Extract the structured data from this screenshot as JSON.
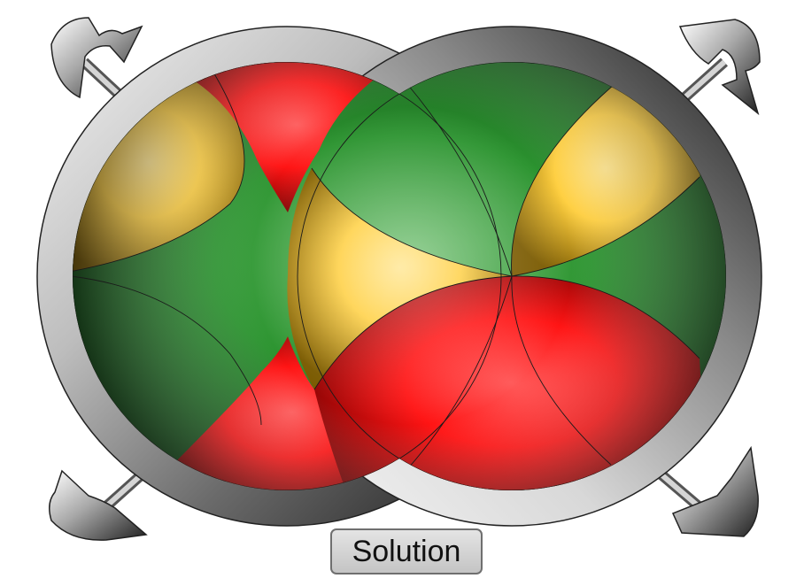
{
  "solution_button": {
    "label": "Solution"
  },
  "colors": {
    "red": "#ff1f1f",
    "green": "#2c9430",
    "yellow": "#ffd24a",
    "ring_metal": "#9a9a9a"
  },
  "rings": [
    {
      "id": "left",
      "pieces": [
        "yellow",
        "red",
        "green",
        "green",
        "red"
      ]
    },
    {
      "id": "right",
      "pieces": [
        "green",
        "yellow",
        "green",
        "red",
        "red"
      ]
    }
  ],
  "center_piece": "yellow",
  "icons": {
    "rotate_top_left": "rotate-arrow-icon",
    "rotate_top_right": "rotate-arrow-icon",
    "rotate_bottom_left": "rotate-arrow-icon",
    "rotate_bottom_right": "rotate-arrow-icon"
  }
}
